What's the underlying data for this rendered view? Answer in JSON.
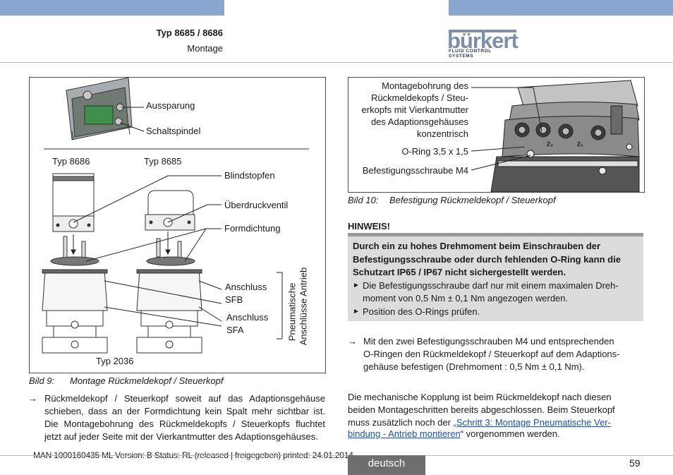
{
  "header": {
    "title": "Typ 8685 / 8686",
    "subtitle": "Montage",
    "logo_word": "bürkert",
    "logo_sub": "FLUID CONTROL SYSTEMS"
  },
  "figure9": {
    "labels": {
      "aussparung": "Aussparung",
      "schaltspindel": "Schaltspindel",
      "typ8686": "Typ 8686",
      "typ8685": "Typ 8685",
      "blindstopfen": "Blindstopfen",
      "ueberdruckventil": "Überdruckventil",
      "formdichtung": "Formdichtung",
      "anschluss_sfb_1": "Anschluss",
      "anschluss_sfb_2": "SFB",
      "anschluss_sfa_1": "Anschluss",
      "anschluss_sfa_2": "SFA",
      "pneumatische": "Pneumatische",
      "anschluesse_antrieb": "Anschlüsse Antrieb",
      "typ2036": "Typ 2036"
    },
    "caption_num": "Bild 9:",
    "caption_text": "Montage Rückmeldekopf / Steuerkopf"
  },
  "left_text": {
    "arrow": "→",
    "lines": [
      "Rückmeldekopf / Steuerkopf soweit auf das Adaptionsgehäuse",
      "schieben, dass an der Formdichtung kein Spalt mehr sichtbar ist.",
      "Die Montagebohrung des Rückmeldekopfs / Steuerkopfs fluchtet",
      "jetzt auf jeder Seite mit der Vierkantmutter des Adaptionsgehäuses."
    ]
  },
  "figure10": {
    "labels": {
      "montage_1": "Montagebohrung des",
      "montage_2": "Rückmeldekopfs / Steu-",
      "montage_3": "erkopfs mit Vierkantmutter",
      "montage_4": "des Adaptionsgehäuses",
      "montage_5": "konzentrisch",
      "oring": "O-Ring 3,5 x 1,5",
      "schraube": "Befestigungsschraube M4",
      "p22": "2₂",
      "p21": "2₁"
    },
    "caption_num": "Bild 10:",
    "caption_text": "Befestigung Rückmeldekopf / Steuerkopf"
  },
  "hinweis": {
    "title": "HINWEIS!",
    "bold_lines": [
      "Durch ein zu hohes Drehmoment beim Einschrauben der",
      "Befestigungsschraube oder durch fehlenden O-Ring kann die",
      "Schutzart IP65 / IP67 nicht sichergestellt werden."
    ],
    "bullet1_l1": "Die Befestigungsschraube darf nur mit einem maximalen Dreh-",
    "bullet1_l2": "moment von 0,5 Nm ± 0,1 Nm angezogen werden.",
    "bullet2": "Position des O-Rings prüfen.",
    "bullet_marker": "►"
  },
  "right_step": {
    "arrow": "→",
    "lines": [
      "Mit den zwei Befestigungsschrauben M4 und entsprechenden",
      "O-Ringen den Rückmeldekopf / Steuerkopf auf dem Adaptions-",
      "gehäuse befestigen (Drehmoment : 0,5 Nm ± 0,1 Nm)."
    ]
  },
  "right_para": {
    "line1": "Die mechanische Kopplung ist beim Rückmeldekopf nach diesen",
    "line2": "beiden Montageschritten bereits abgeschlossen. Beim Steuerkopf",
    "line3_pre": "muss zusätzlich noch der ",
    "line3_link": "„Schritt 3: Montage Pneumatische Ver-",
    "line4_link": "bindung - Antrieb montieren",
    "line4_post": "“ vorgenommen werden."
  },
  "footer": {
    "man": "MAN  1000160435  ML  Version: B Status: RL (released | freigegeben)  printed: 24.01.2014",
    "language": "deutsch",
    "page": "59"
  },
  "colors": {
    "top_bar": "#8aa8cf",
    "logo": "#7e8fa8",
    "hinweis_bg": "#dcdcdc",
    "lang_bg": "#6e6e6e",
    "link": "#1d4fa0"
  }
}
